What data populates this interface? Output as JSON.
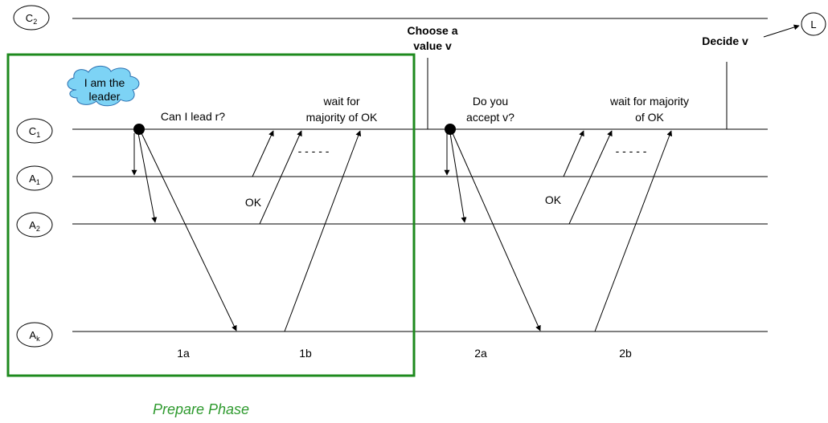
{
  "nodes": {
    "c2": {
      "main": "C",
      "sub": "2"
    },
    "c1": {
      "main": "C",
      "sub": "1"
    },
    "a1": {
      "main": "A",
      "sub": "1"
    },
    "a2": {
      "main": "A",
      "sub": "2"
    },
    "ak": {
      "main": "A",
      "sub": "k"
    },
    "l": {
      "main": "L"
    }
  },
  "bubble": {
    "line1": "I am the",
    "line2": "leader"
  },
  "labels": {
    "choose_line1": "Choose a",
    "choose_line2": "value v",
    "decide": "Decide v",
    "can_i_lead": "Can I lead r?",
    "wait1_line1": "wait for",
    "wait1_line2": "majority of OK",
    "ok1": "OK",
    "dots1": "- - - - -",
    "do_you_line1": "Do you",
    "do_you_line2": "accept v?",
    "wait2_line1": "wait for majority",
    "wait2_line2": "of OK",
    "ok2": "OK",
    "dots2": "- - - - -",
    "phase_1a": "1a",
    "phase_1b": "1b",
    "phase_2a": "2a",
    "phase_2b": "2b"
  },
  "prepare_phase": {
    "label": "Prepare Phase",
    "color": "#1e8a1e"
  },
  "colors": {
    "bubble_fill": "#7dd3f5",
    "bubble_stroke": "#2a6fb0",
    "phase_text": "#2e9a2e"
  }
}
